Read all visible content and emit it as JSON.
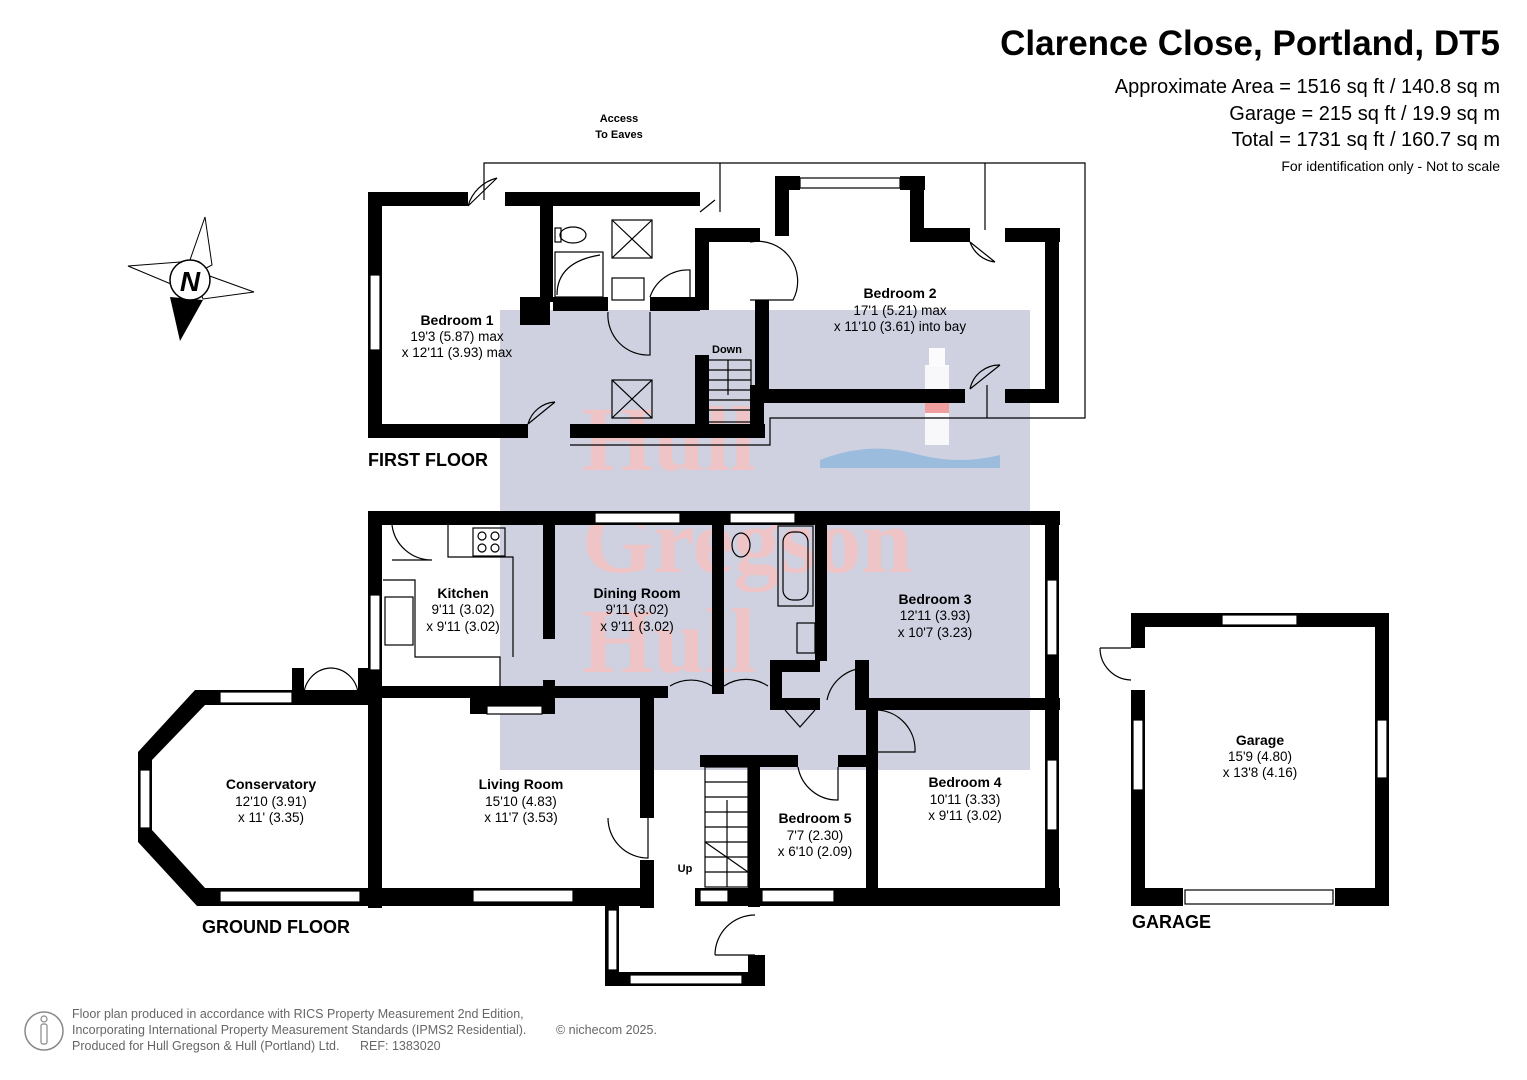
{
  "header": {
    "title": "Clarence Close, Portland, DT5",
    "area": "Approximate Area = 1516 sq ft / 140.8 sq m",
    "garage": "Garage = 215 sq ft / 19.9 sq m",
    "total": "Total = 1731 sq ft / 160.7 sq m",
    "note": "For identification only - Not to scale"
  },
  "compass": {
    "label": "N",
    "icon": "compass-icon"
  },
  "first_floor": {
    "label": "FIRST FLOOR",
    "access_line1": "Access",
    "access_line2": "To Eaves",
    "stairs_label": "Down",
    "rooms": [
      {
        "name": "Bedroom 1",
        "dim1": "19'3 (5.87) max",
        "dim2": "x 12'11 (3.93) max"
      },
      {
        "name": "Bedroom 2",
        "dim1": "17'1 (5.21) max",
        "dim2": "x 11'10 (3.61) into bay"
      }
    ]
  },
  "ground_floor": {
    "label": "GROUND FLOOR",
    "stairs_label": "Up",
    "rooms": [
      {
        "name": "Kitchen",
        "dim1": "9'11 (3.02)",
        "dim2": "x 9'11 (3.02)"
      },
      {
        "name": "Dining Room",
        "dim1": "9'11 (3.02)",
        "dim2": "x 9'11 (3.02)"
      },
      {
        "name": "Bedroom 3",
        "dim1": "12'11 (3.93)",
        "dim2": "x 10'7 (3.23)"
      },
      {
        "name": "Conservatory",
        "dim1": "12'10 (3.91)",
        "dim2": "x 11' (3.35)"
      },
      {
        "name": "Living Room",
        "dim1": "15'10 (4.83)",
        "dim2": "x 11'7 (3.53)"
      },
      {
        "name": "Bedroom 5",
        "dim1": "7'7 (2.30)",
        "dim2": "x 6'10 (2.09)"
      },
      {
        "name": "Bedroom 4",
        "dim1": "10'11 (3.33)",
        "dim2": "x 9'11 (3.02)"
      }
    ]
  },
  "garage": {
    "label": "GARAGE",
    "room": {
      "name": "Garage",
      "dim1": "15'9 (4.80)",
      "dim2": "x 13'8 (4.16)"
    }
  },
  "watermark": {
    "line1": "Hull",
    "line2": "Gregson",
    "line3": "Hull"
  },
  "footer": {
    "line1": "Floor plan produced in accordance with RICS Property Measurement 2nd Edition,",
    "line2": "Incorporating International Property Measurement Standards (IPMS2 Residential).",
    "copyright": "© nichecom 2025.",
    "line3": "Produced for Hull Gregson & Hull (Portland) Ltd.",
    "ref": "REF:  1383020"
  }
}
